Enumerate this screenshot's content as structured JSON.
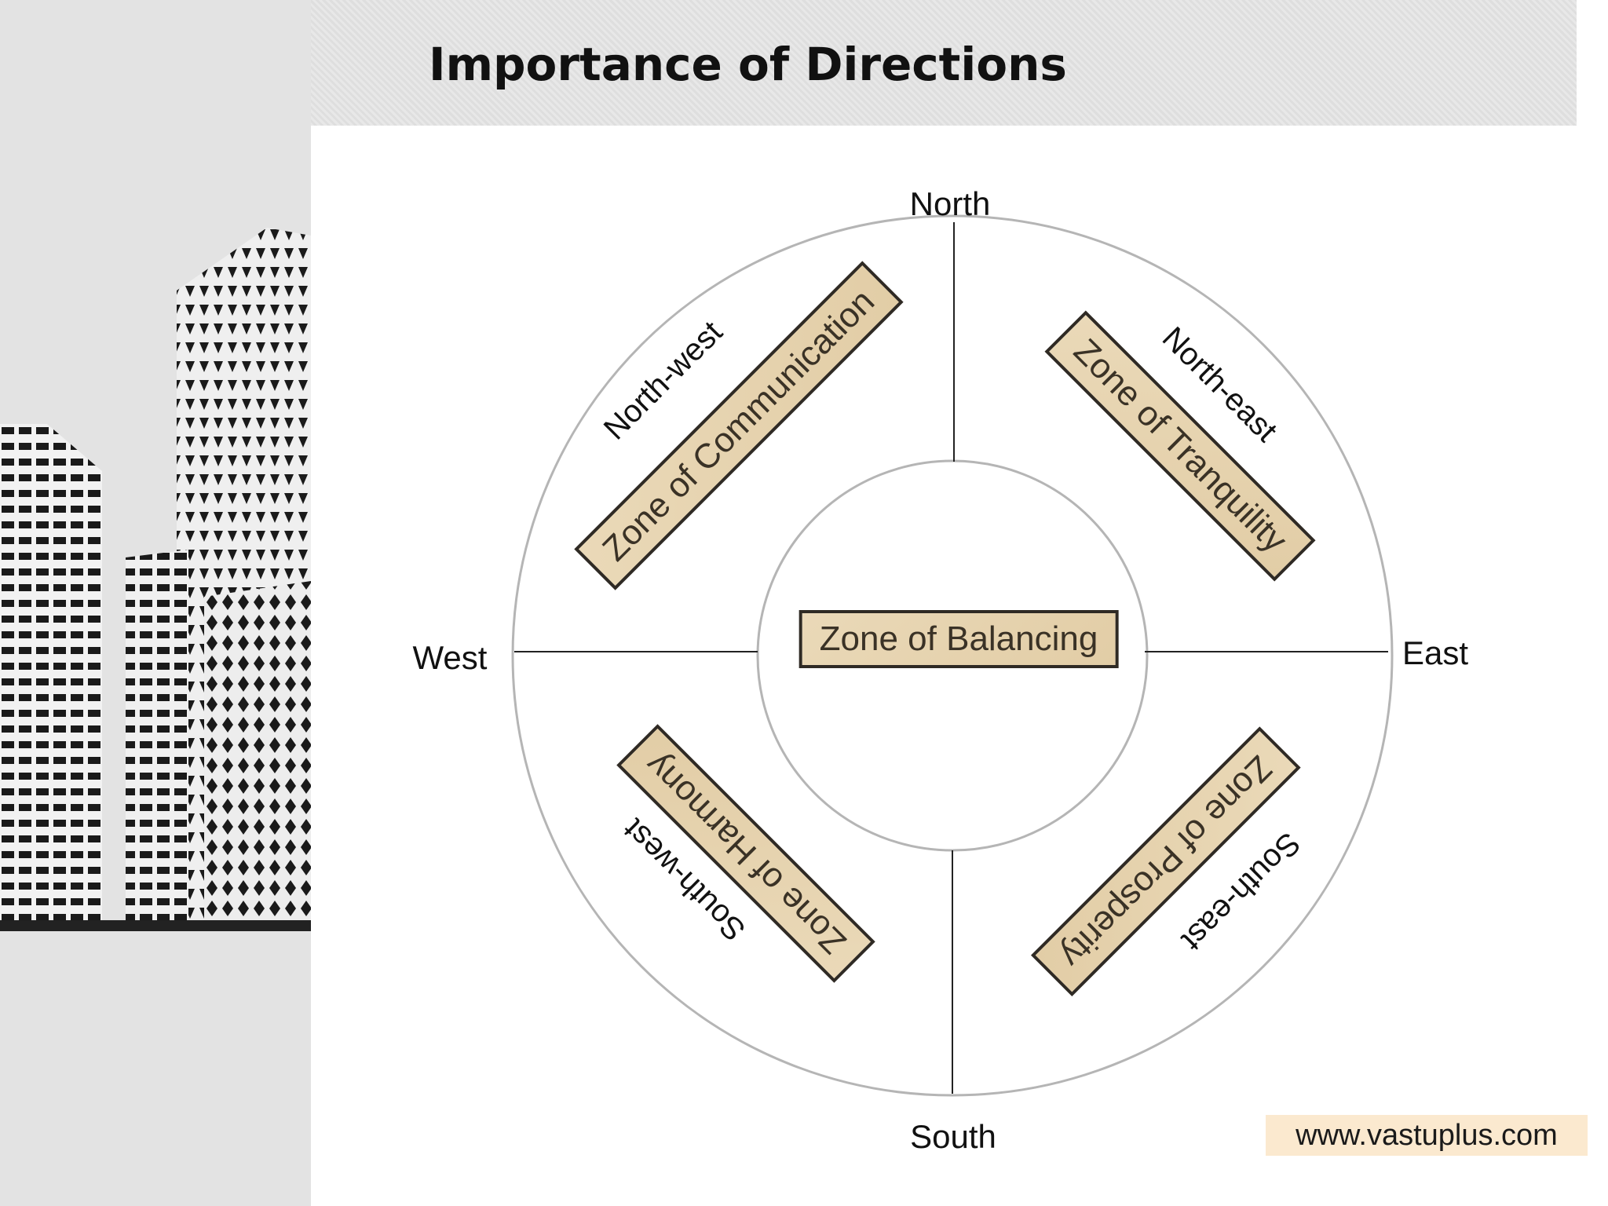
{
  "slide": {
    "title": "Importance of Directions",
    "website": "www.vastuplus.com"
  },
  "directions": {
    "north": "North",
    "south": "South",
    "east": "East",
    "west": "West",
    "north_west": "North-west",
    "north_east": "North-east",
    "south_west": "South-west",
    "south_east": "South-east"
  },
  "zones": {
    "center": "Zone of Balancing",
    "north_west": "Zone of Communication",
    "north_east": "Zone of  Tranquility",
    "south_west": "Zone of  Harmony",
    "south_east": "Zone of Prosperity"
  },
  "colors": {
    "zone_fill": "#e6d3af",
    "zone_border": "#2f2a24",
    "circle_stroke": "#b5b5b5",
    "website_bg": "#fbe9cf"
  }
}
